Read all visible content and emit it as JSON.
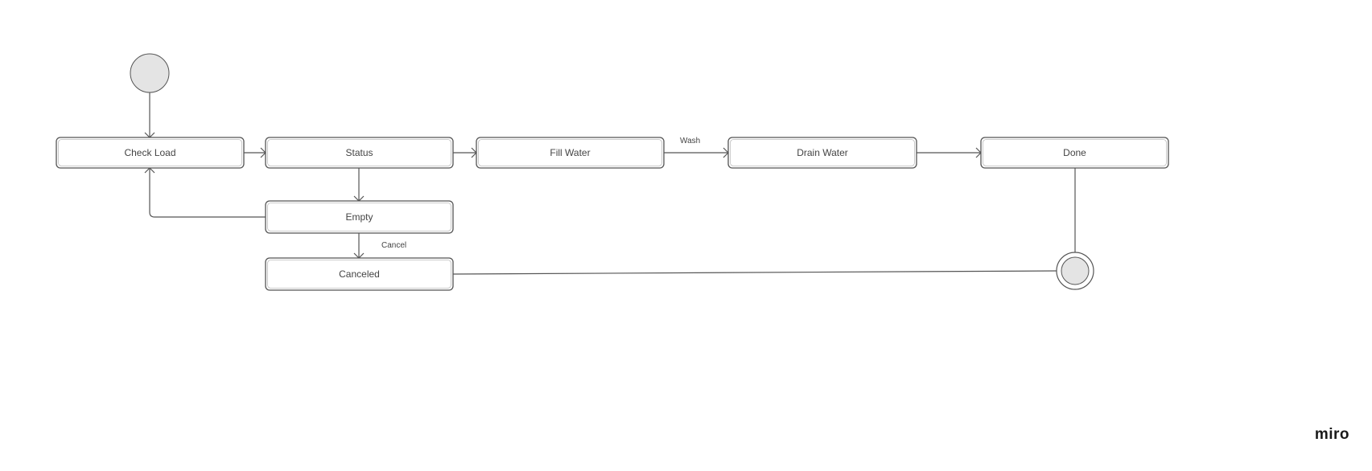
{
  "diagram": {
    "states": {
      "check_load": "Check Load",
      "status": "Status",
      "fill_water": "Fill Water",
      "drain_water": "Drain Water",
      "done": "Done",
      "empty": "Empty",
      "canceled": "Canceled"
    },
    "transitions": {
      "wash": "Wash",
      "cancel": "Cancel"
    }
  },
  "brand": {
    "logo_text": "miro"
  }
}
